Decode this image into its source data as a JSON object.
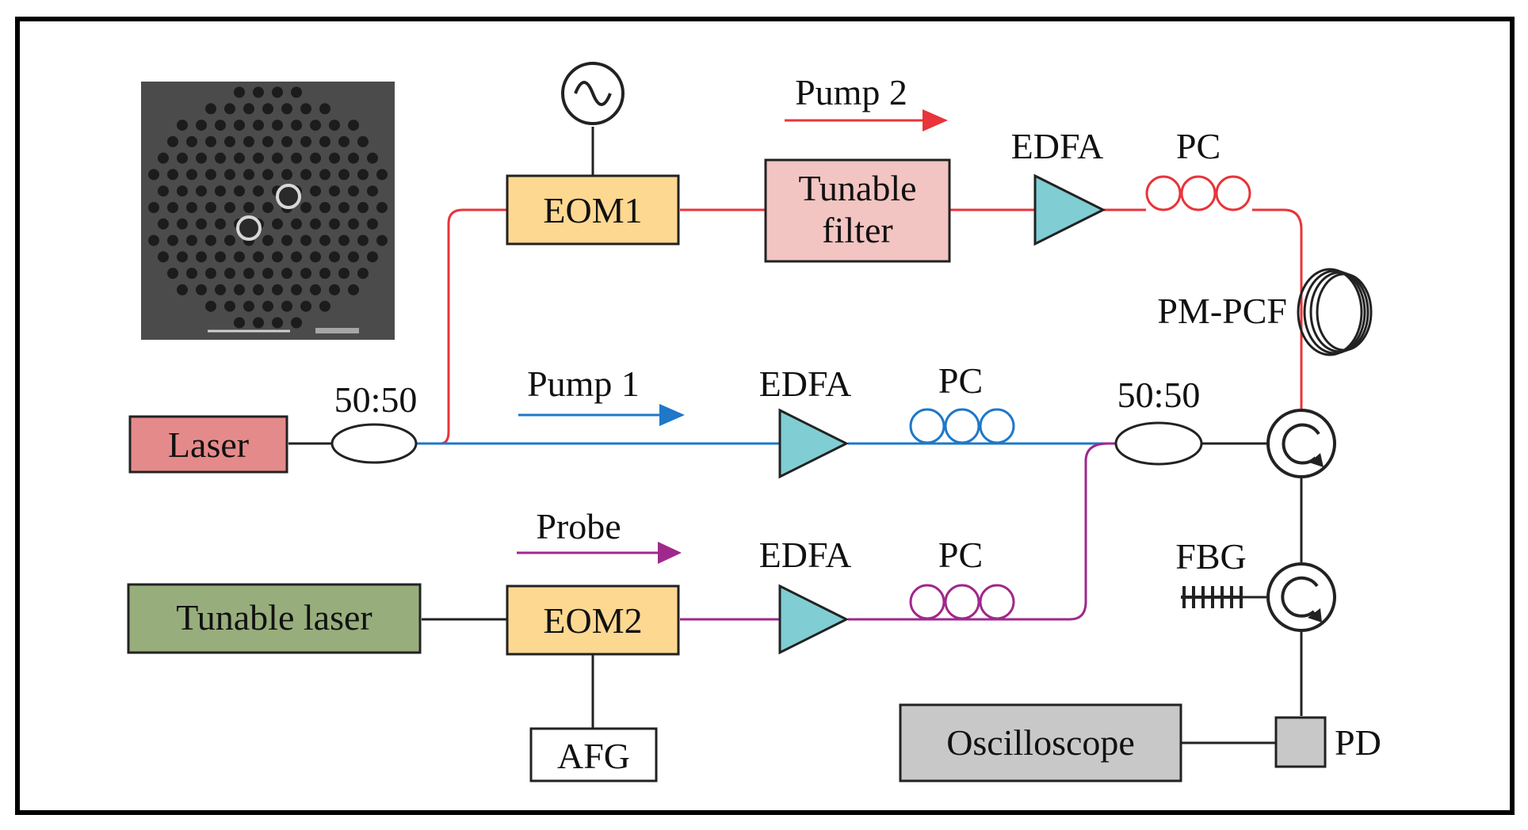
{
  "components": {
    "laser": "Laser",
    "tunable_laser": "Tunable laser",
    "eom1": "EOM1",
    "eom2": "EOM2",
    "tunable_filter_line1": "Tunable",
    "tunable_filter_line2": "filter",
    "afg": "AFG",
    "oscilloscope": "Oscilloscope",
    "pd": "PD",
    "pm_pcf": "PM-PCF",
    "fbg": "FBG",
    "coupler_left": "50:50",
    "coupler_right": "50:50",
    "edfa_top": "EDFA",
    "edfa_mid": "EDFA",
    "edfa_bottom": "EDFA",
    "pc_top": "PC",
    "pc_mid": "PC",
    "pc_bottom": "PC"
  },
  "signals": {
    "pump2": "Pump 2",
    "pump1": "Pump 1",
    "probe": "Probe"
  },
  "colors": {
    "pump2_path": "#e8343a",
    "pump1_path": "#1f78c8",
    "probe_path": "#a0288c",
    "laser_fill": "#e58a8a",
    "tunable_laser_fill": "#98ad7c",
    "eom_fill": "#fdd891",
    "filter_fill": "#f2c4c2",
    "edfa_fill": "#80cdd4",
    "oscilloscope_fill": "#c8c8c8",
    "pd_fill": "#c8c8c8",
    "afg_fill": "#ffffff"
  }
}
